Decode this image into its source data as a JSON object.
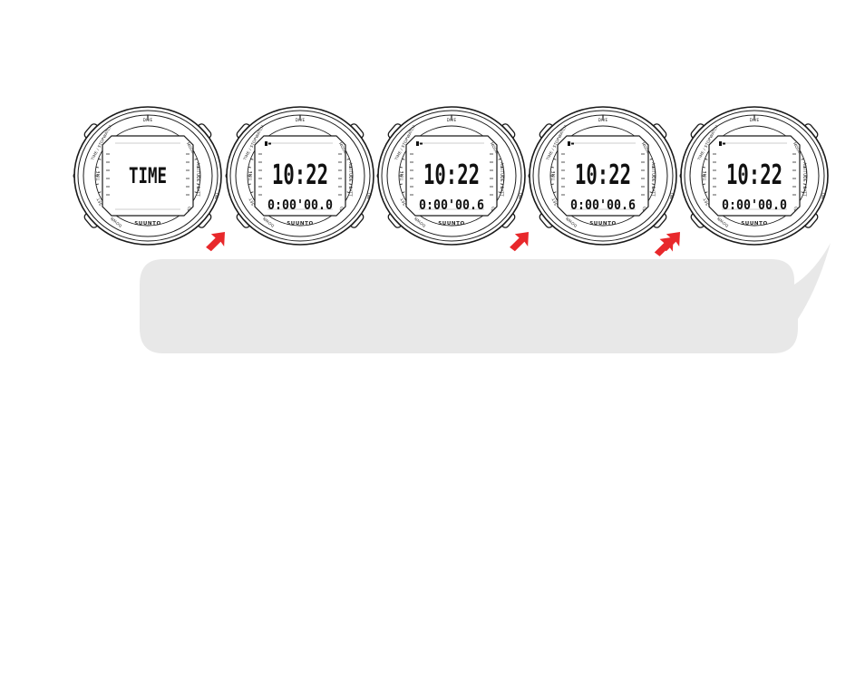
{
  "brand": "SUUNTO",
  "bezel_labels": {
    "top": "DIVE",
    "upper_left": "TIME / STOPWATCH",
    "mid_left": "TIME",
    "lower_left": "SET",
    "bottom_left": "DOWN",
    "upper_right": "MODE",
    "right": "ALTITUDE / BATT",
    "lower_right": "UP",
    "side_right": "ON"
  },
  "watches": [
    {
      "main": "TIME",
      "sub": "",
      "icon": false
    },
    {
      "main": "10:22",
      "sub": "0:00'00.0",
      "icon": true
    },
    {
      "main": "10:22",
      "sub": "0:00'00.6",
      "icon": true
    },
    {
      "main": "10:22",
      "sub": "0:00'00.6",
      "icon": true
    },
    {
      "main": "10:22",
      "sub": "0:00'00.0",
      "icon": true
    }
  ],
  "button_press_arrows": [
    {
      "after_watch": 1,
      "button": "lower-right",
      "type": "single"
    },
    {
      "after_watch": 3,
      "button": "lower-right",
      "type": "single"
    },
    {
      "after_watch": 4,
      "button": "lower-right",
      "type": "double"
    }
  ],
  "colors": {
    "arrow": "#e8282b",
    "bubble": "#e8e8e8",
    "outline": "#1a1a1a",
    "lcd": "#ffffff"
  }
}
